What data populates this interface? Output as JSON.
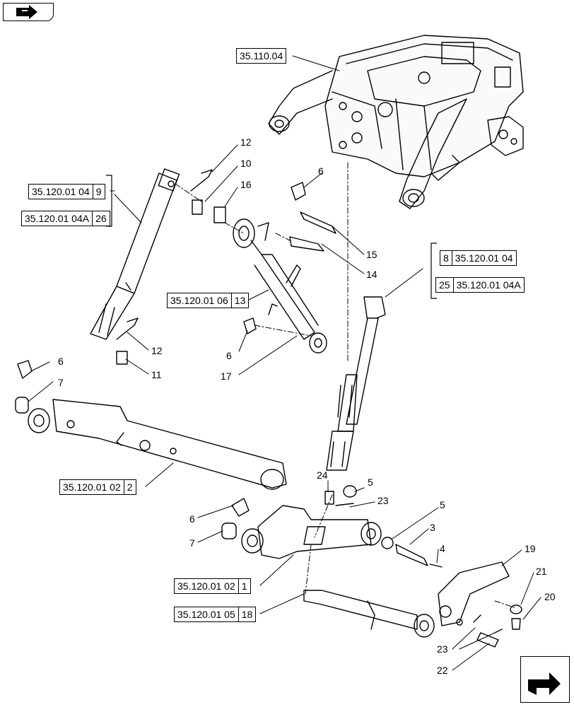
{
  "nav": {
    "back_icon": "back-arrow-icon",
    "next_icon": "next-page-arrow-icon"
  },
  "refs": {
    "r1": {
      "code": "35.110.04"
    },
    "r2": {
      "code": "35.120.01 04",
      "num": "9"
    },
    "r3": {
      "code": "35.120.01 04A",
      "num": "26"
    },
    "r4": {
      "num": "8",
      "code": "35.120.01 04"
    },
    "r5": {
      "num": "25",
      "code": "35.120.01 04A"
    },
    "r6": {
      "code": "35.120.01 06",
      "num": "13"
    },
    "r7": {
      "code": "35.120.01 02",
      "num": "2"
    },
    "r8": {
      "code": "35.120.01 02",
      "num": "1"
    },
    "r9": {
      "code": "35.120.01 05",
      "num": "18"
    }
  },
  "callouts": {
    "c12a": "12",
    "c10": "10",
    "c16": "16",
    "c6a": "6",
    "c15": "15",
    "c14": "14",
    "c12b": "12",
    "c11": "11",
    "c6b": "6",
    "c17": "17",
    "c6c": "6",
    "c7a": "7",
    "c24": "24",
    "c5a": "5",
    "c23a": "23",
    "c5b": "5",
    "c3": "3",
    "c4": "4",
    "c6d": "6",
    "c7b": "7",
    "c19": "19",
    "c21": "21",
    "c20": "20",
    "c23b": "23",
    "c22": "22"
  }
}
